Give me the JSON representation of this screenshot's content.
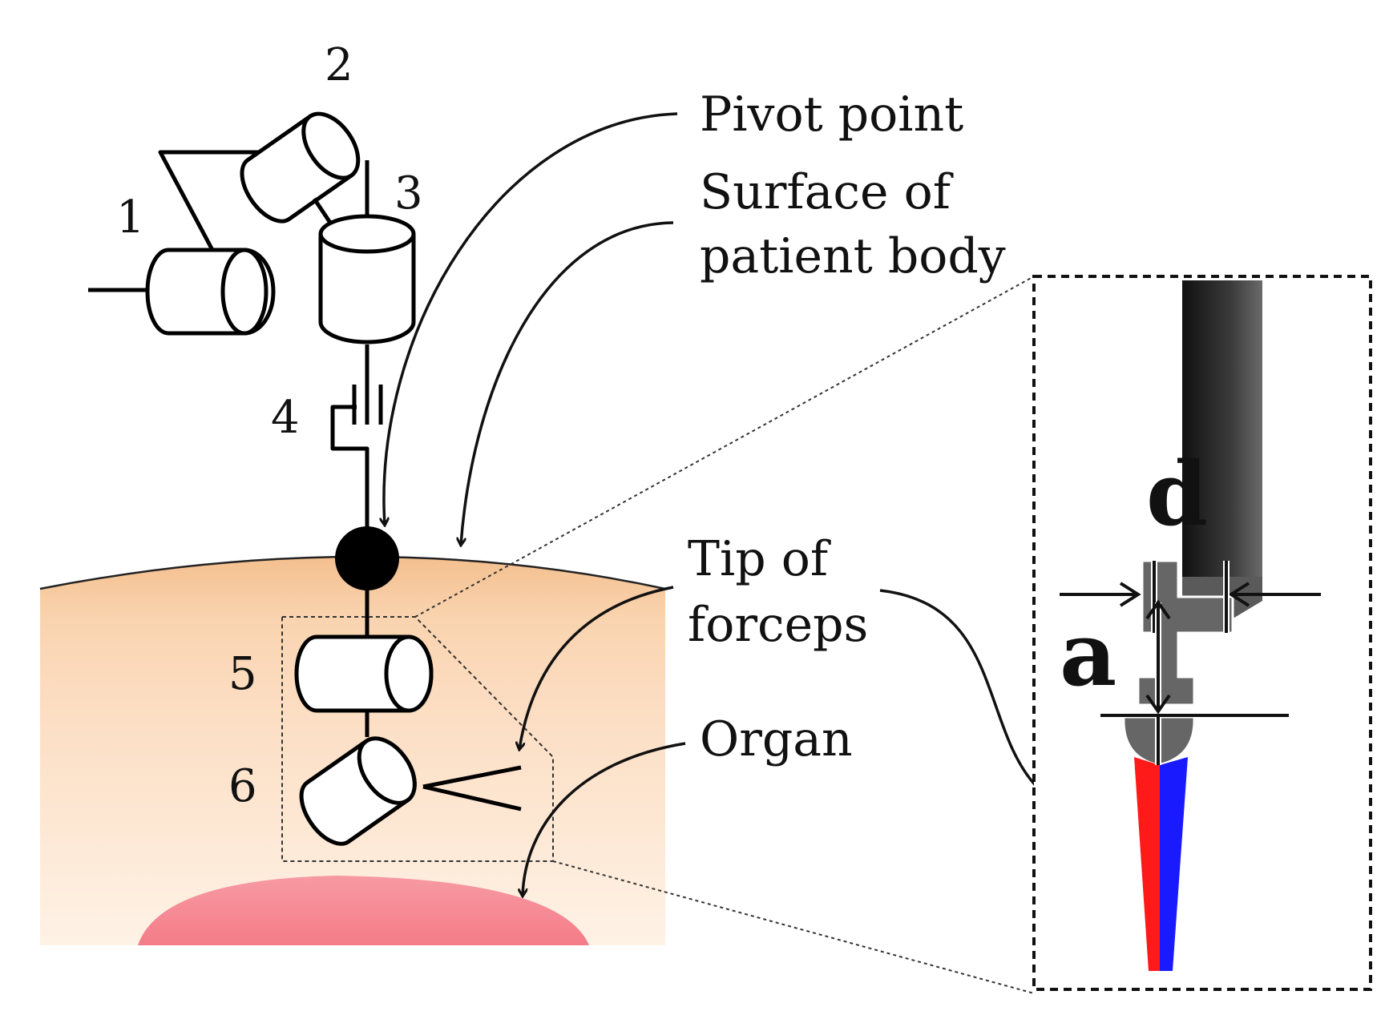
{
  "joints": {
    "j1": "1",
    "j2": "2",
    "j3": "3",
    "j4": "4",
    "j5": "5",
    "j6": "6"
  },
  "callouts": {
    "pivot_point": "Pivot point",
    "surface_line1": "Surface of",
    "surface_line2": "patient body",
    "tip_line1": "Tip of",
    "tip_line2": "forceps",
    "organ": "Organ"
  },
  "dimensions": {
    "d": "d",
    "a": "a"
  },
  "colors": {
    "skin_outer": "#f4bf8e",
    "skin_inner": "#fdebd8",
    "organ": "#f47c88",
    "forceps_red": "#ff1a1a",
    "forceps_blue": "#1a1aff",
    "shaft_dark": "#1e1e1e"
  }
}
